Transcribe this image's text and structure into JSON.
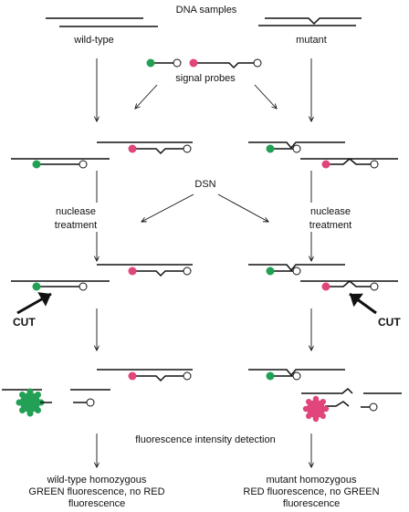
{
  "title": "DNA samples",
  "labels": {
    "wild_type": "wild-type",
    "mutant": "mutant",
    "signal_probes": "signal probes",
    "dsn": "DSN",
    "nuclease_left": [
      "nuclease",
      "treatment"
    ],
    "nuclease_right": [
      "nuclease",
      "treatment"
    ],
    "cut": "CUT",
    "detection": "fluorescence intensity detection",
    "result_left": [
      "wild-type homozygous",
      "GREEN fluorescence, no RED",
      "fluorescence"
    ],
    "result_right": [
      "mutant homozygous",
      "RED fluorescence, no GREEN",
      "fluorescence"
    ]
  },
  "colors": {
    "green_fluorophore": "#22a055",
    "red_fluorophore": "#e0457b",
    "strand": "#111111"
  }
}
